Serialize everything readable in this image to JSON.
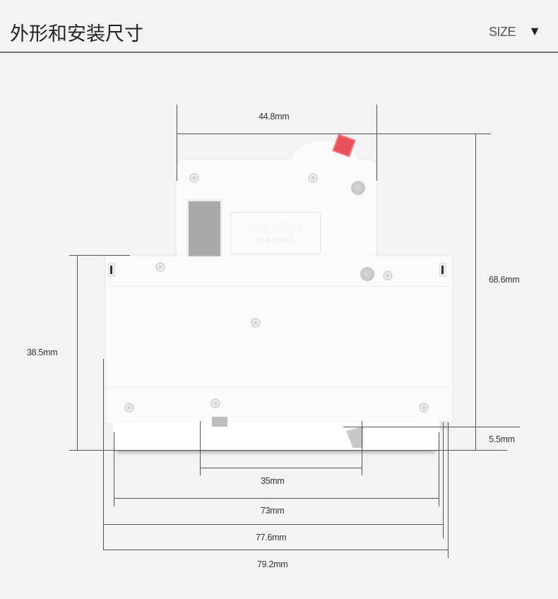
{
  "header": {
    "title": "外形和安装尺寸",
    "size_label": "SIZE",
    "arrow_icon": "▼"
  },
  "product": {
    "brand": "DELIXI",
    "brand_sub": "ELECTRIC",
    "handle_color": "#e8505b",
    "label_window_color": "#a9a9a9"
  },
  "dimensions": {
    "top_width": "44.8mm",
    "total_height": "68.6mm",
    "body_height": "38.5mm",
    "rail_depth": "5.5mm",
    "rail_width": "35mm",
    "width_73": "73mm",
    "width_77_6": "77.6mm",
    "width_79_2": "79.2mm"
  },
  "colors": {
    "background": "#f3f3f3",
    "dimension_line": "#555555",
    "device_body": "#fbfbfb"
  }
}
